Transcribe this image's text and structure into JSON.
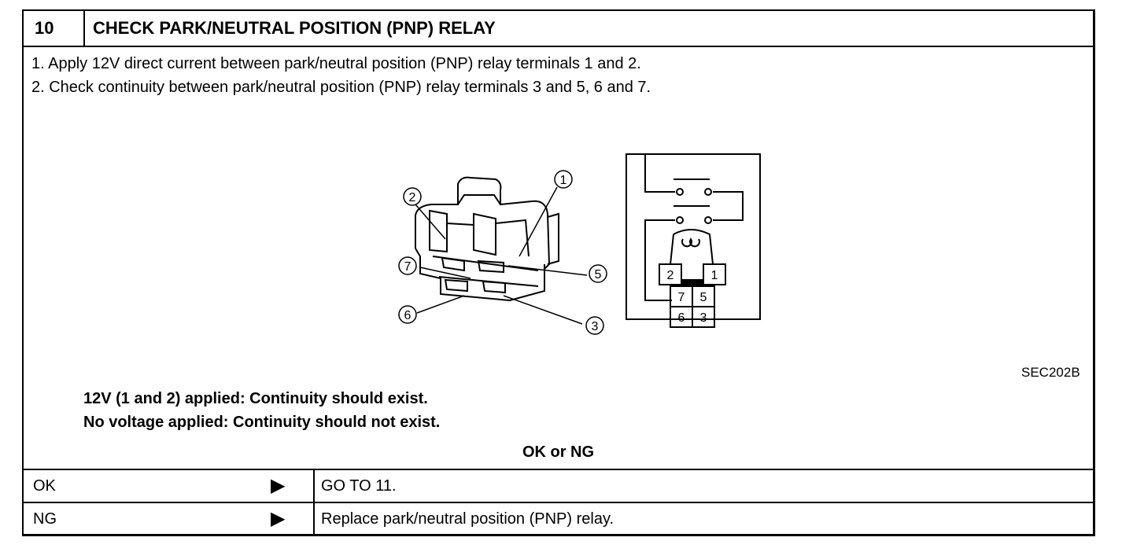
{
  "header": {
    "step_number": "10",
    "title": "CHECK PARK/NEUTRAL POSITION (PNP) RELAY"
  },
  "steps": [
    "1. Apply 12V direct current between park/neutral position (PNP) relay terminals 1 and 2.",
    "2. Check continuity between park/neutral position (PNP) relay terminals 3 and 5, 6 and 7."
  ],
  "diagram": {
    "callouts": [
      "1",
      "2",
      "3",
      "5",
      "6",
      "7"
    ],
    "terminal_labels": [
      "2",
      "1",
      "7",
      "5",
      "6",
      "3"
    ]
  },
  "figure_id": "SEC202B",
  "spec": {
    "line1": "12V (1 and 2) applied: Continuity should exist.",
    "line2": "No voltage applied: Continuity should not exist."
  },
  "result_label": "OK or NG",
  "results": [
    {
      "condition": "OK",
      "arrow": "▶",
      "action": "GO TO 11."
    },
    {
      "condition": "NG",
      "arrow": "▶",
      "action": "Replace park/neutral position (PNP) relay."
    }
  ]
}
